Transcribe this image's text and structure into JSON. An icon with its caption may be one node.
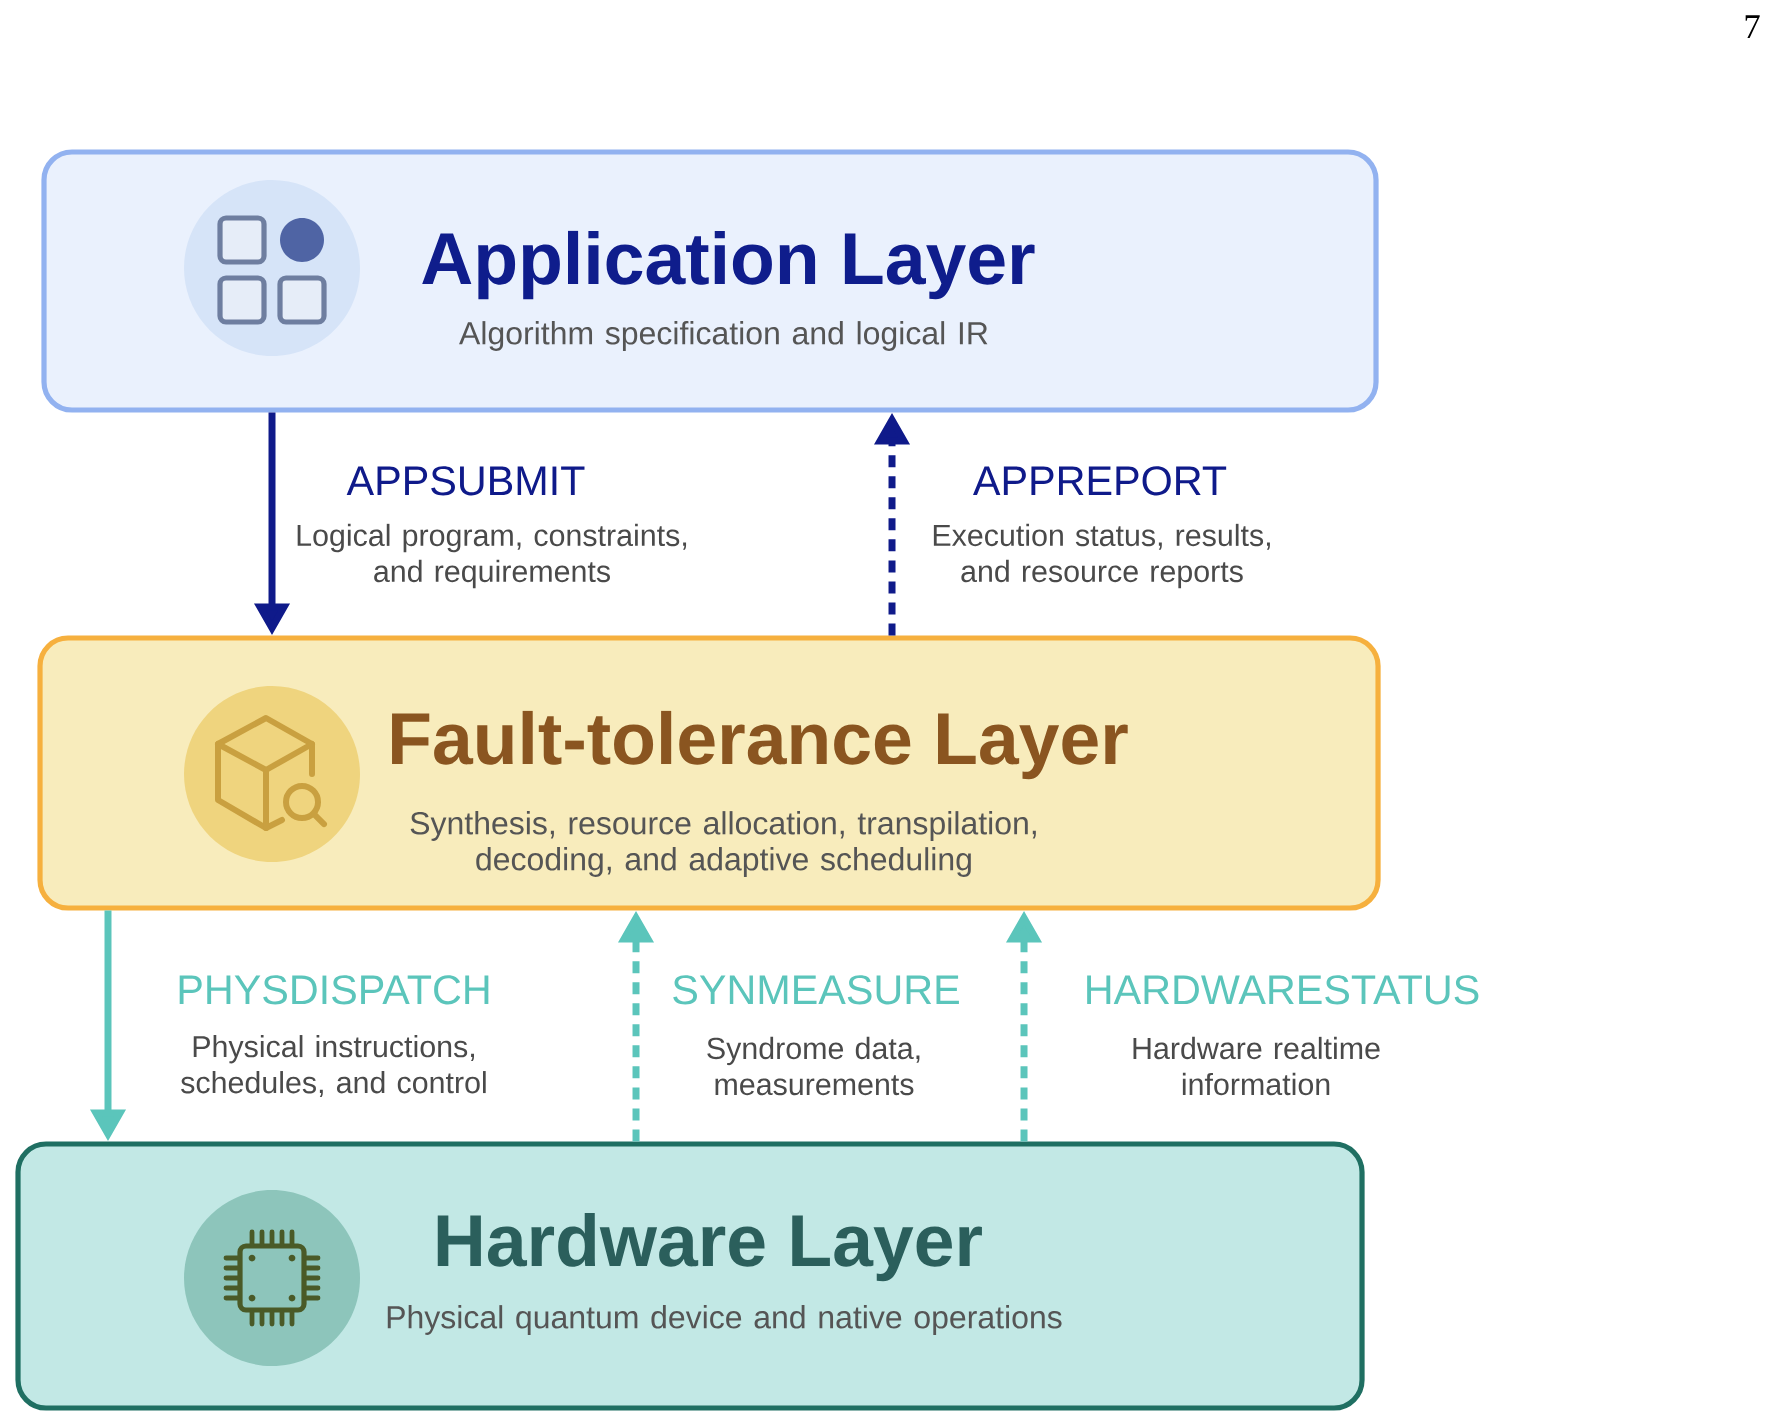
{
  "diagram": {
    "nodes": [
      {
        "text": [
          "Application Layer",
          "Algorithm specification and logical IR"
        ]
      },
      {
        "text": [
          "Fault-tolerance Layer",
          "Synthesis, resource allocation, transpilation, decoding, and adaptive scheduling"
        ]
      },
      {
        "text": [
          "Hardware Layer",
          "Physical quantum device and native operations"
        ]
      }
    ],
    "edges": [
      {
        "from": 0,
        "to": 1,
        "arrow": "to",
        "label": "APPSUBMIT",
        "color": "#0f1a8a"
      },
      {
        "from": 1,
        "to": 0,
        "arrow": "to",
        "label": "APPREPORT",
        "style": "dashed",
        "color": "#0f1a8a"
      },
      {
        "from": 1,
        "to": 2,
        "arrow": "to",
        "label": "PHYSDISPATCH"
      },
      {
        "from": 2,
        "to": 1,
        "arrow": "to",
        "label": "SYNMEASURE",
        "style": "dashed"
      },
      {
        "from": 2,
        "to": 1,
        "arrow": "to",
        "label": "HARDWARESTATUS",
        "style": "dashed"
      }
    ],
    "labels": [
      "7",
      "Logical program, constraints, and requirements",
      "Execution status, results, and resource reports",
      "Physical instructions, schedules, and control",
      "Syndrome data, measurements",
      "Hardware realtime information"
    ]
  }
}
